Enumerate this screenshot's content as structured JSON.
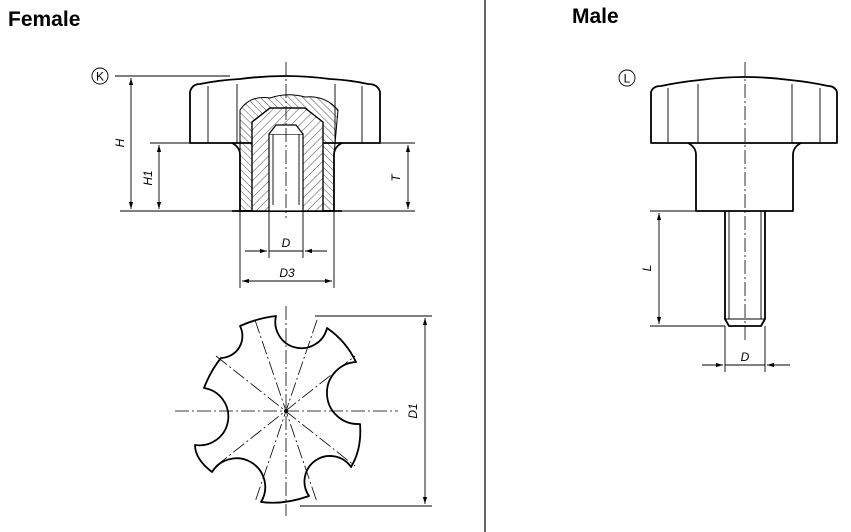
{
  "female": {
    "title": "Female",
    "marker": "K",
    "dims": {
      "h": "H",
      "h1": "H1",
      "t": "T",
      "d": "D",
      "d3": "D3",
      "d1": "D1"
    }
  },
  "male": {
    "title": "Male",
    "marker": "L",
    "dims": {
      "l": "L",
      "d": "D"
    }
  },
  "colors": {
    "line": "#000000",
    "background": "#ffffff",
    "divider": "#000000"
  }
}
